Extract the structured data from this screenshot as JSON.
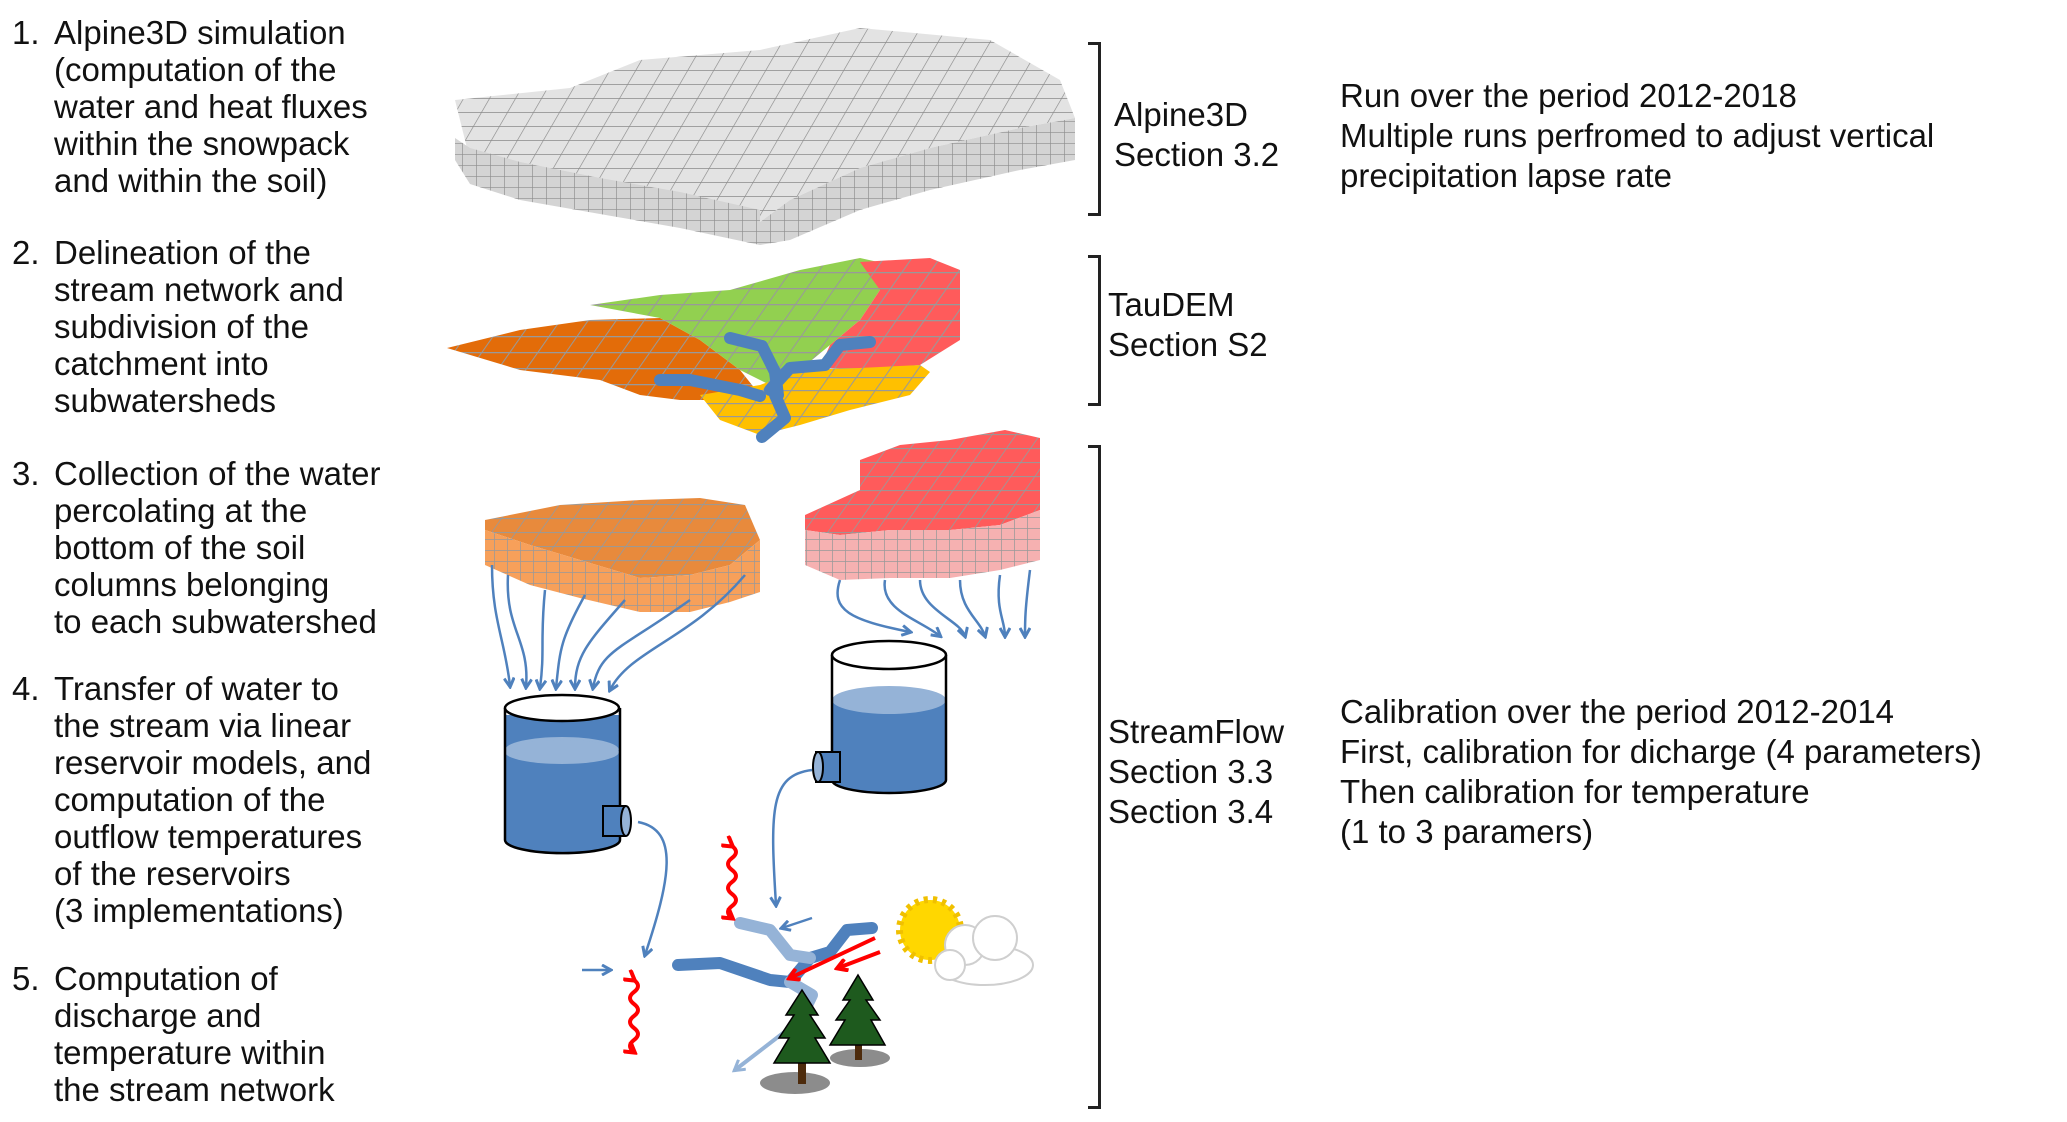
{
  "steps": [
    {
      "num": "1.",
      "lines": [
        "Alpine3D simulation",
        "(computation of the",
        "water and heat fluxes",
        "within the snowpack",
        "and within the soil)"
      ]
    },
    {
      "num": "2.",
      "lines": [
        "Delineation of the",
        "stream network and",
        "subdivision of the",
        "catchment into",
        "subwatersheds"
      ]
    },
    {
      "num": "3.",
      "lines": [
        "Collection of the water",
        "percolating at the",
        "bottom of the soil",
        "columns belonging",
        "to each subwatershed"
      ]
    },
    {
      "num": "4.",
      "lines": [
        "Transfer of water to",
        "the stream via linear",
        "reservoir models, and",
        "computation of the",
        "outflow temperatures",
        "of the reservoirs",
        "(3 implementations)"
      ]
    },
    {
      "num": "5.",
      "lines": [
        "Computation of",
        "discharge and",
        "temperature within",
        "the stream network"
      ]
    }
  ],
  "tools": [
    {
      "lines": [
        "Alpine3D",
        "Section 3.2"
      ]
    },
    {
      "lines": [
        "TauDEM",
        "Section S2"
      ]
    },
    {
      "lines": [
        "StreamFlow",
        "Section 3.3",
        "Section 3.4"
      ]
    }
  ],
  "notes": [
    {
      "lines": [
        "Run over the period 2012-2018",
        "Multiple runs perfromed to adjust vertical",
        "precipitation lapse rate"
      ]
    },
    {
      "lines": [
        "Calibration over the period 2012-2014",
        "First, calibration for dicharge (4 parameters)",
        "Then calibration for temperature",
        "(1 to 3 paramers)"
      ]
    }
  ],
  "colors": {
    "grid_grey": "#d9d9d9",
    "grid_line": "#999999",
    "subwatershed_orange": "#e36c09",
    "subwatershed_green": "#92d050",
    "subwatershed_red": "#ff5b5b",
    "subwatershed_yellow": "#ffc000",
    "block_orange": "#f79646",
    "block_pink": "#f4a6a6",
    "water_blue": "#4f81bd",
    "water_light": "#95b3d7",
    "heat_red": "#ff0000",
    "tree_green": "#1e5a1e",
    "sun_yellow": "#ffd700"
  }
}
